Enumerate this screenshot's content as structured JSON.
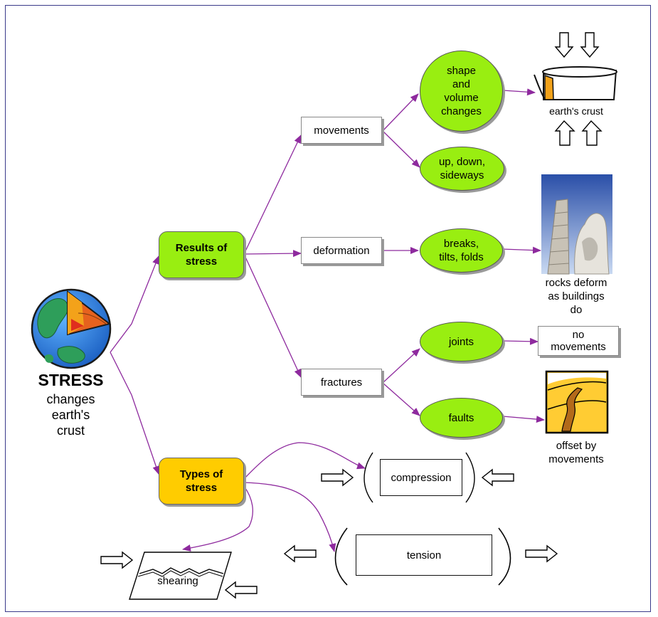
{
  "title": {
    "main": "STRESS",
    "sub": "changes\nearth's\ncrust"
  },
  "nodes": {
    "results": "Results of\nstress",
    "types": "Types of\nstress",
    "movements": "movements",
    "deformation": "deformation",
    "fractures": "fractures",
    "shape_volume": "shape\nand\nvolume\nchanges",
    "up_down": "up, down,\nsideways",
    "breaks": "breaks,\ntilts, folds",
    "joints": "joints",
    "faults": "faults",
    "no_movements": "no\nmovements",
    "compression": "compression",
    "tension": "tension",
    "shearing": "shearing"
  },
  "captions": {
    "earths_crust": "earth's crust",
    "rocks_deform": "rocks deform\nas buildings\ndo",
    "offset": "offset by\nmovements"
  },
  "colors": {
    "link": "#8e2a9e",
    "results_fill": "#99ee11",
    "types_fill": "#ffcc00",
    "ellipse_fill": "#99ee11",
    "frame": "#3a3a8a"
  },
  "icons": [
    "globe-icon",
    "crust-slab-icon",
    "leaning-tower-photo",
    "fault-landscape-icon",
    "hollow-arrow-icon"
  ]
}
